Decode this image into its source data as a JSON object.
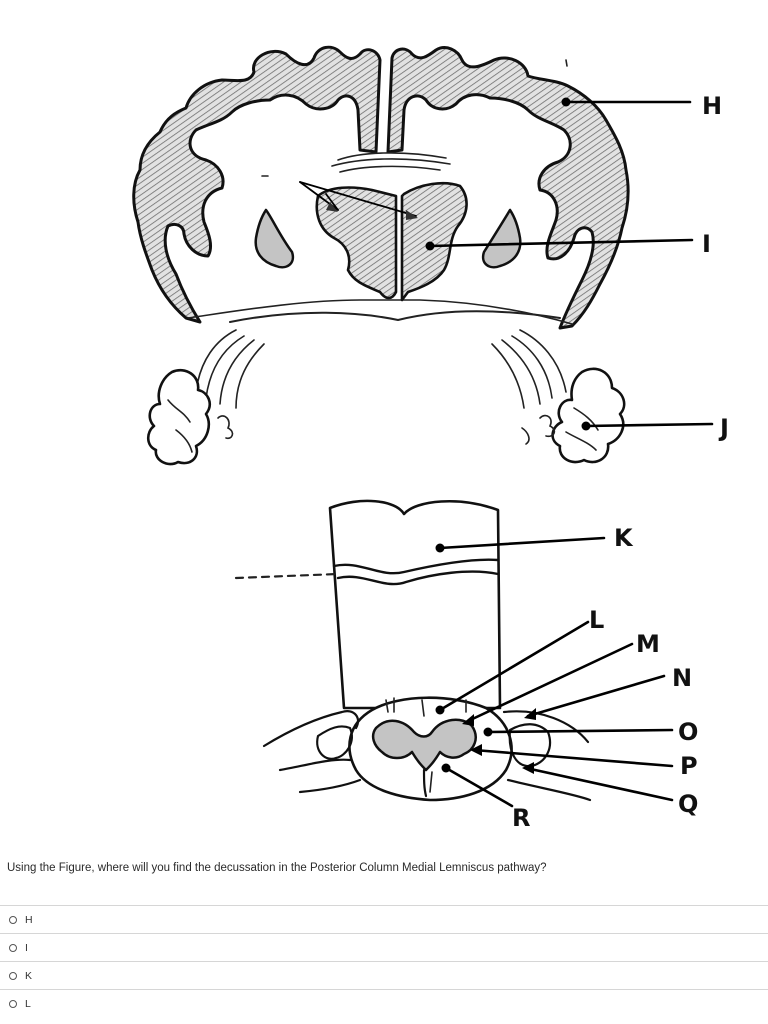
{
  "figure": {
    "labels": {
      "h": "H",
      "i": "I",
      "j": "J",
      "k": "K",
      "l": "L",
      "m": "M",
      "n": "N",
      "o": "O",
      "p": "P",
      "q": "Q",
      "r": "R"
    }
  },
  "question": {
    "text": "Using the Figure, where will you find the decussation in the Posterior Column Medial Lemniscus pathway?"
  },
  "options": [
    {
      "label": "H",
      "selected": false
    },
    {
      "label": "I",
      "selected": false
    },
    {
      "label": "K",
      "selected": false
    },
    {
      "label": "L",
      "selected": false
    }
  ]
}
